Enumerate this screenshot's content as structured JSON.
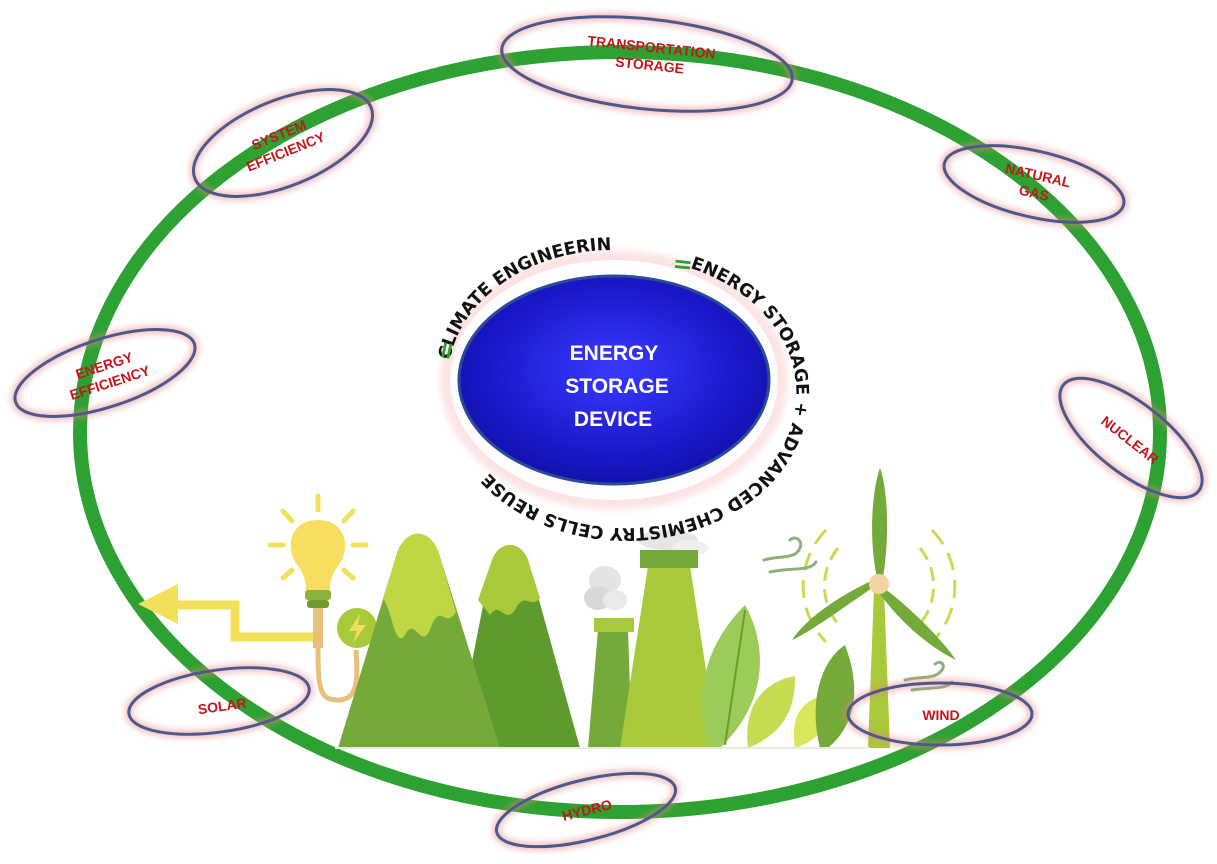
{
  "center": {
    "title_lines": [
      "ENERGY",
      "STORAGE",
      "DEVICE"
    ],
    "ring_text_top": "CLIMATE ENGINEERING",
    "ring_text_right": "ENERGY STORAGE + ADVANCED CHEMISTRY CELLS REUSE",
    "equals_glyph": "="
  },
  "nodes": [
    {
      "lines": [
        "TRANSPORTATION",
        "STORAGE"
      ]
    },
    {
      "lines": [
        "SYSTEM",
        "EFFICIENCY"
      ]
    },
    {
      "lines": [
        "NATURAL",
        "GAS"
      ]
    },
    {
      "lines": [
        "ENERGY",
        "EFFICIENCY"
      ]
    },
    {
      "lines": [
        "NUCLEAR"
      ]
    },
    {
      "lines": [
        "SOLAR"
      ]
    },
    {
      "lines": [
        "WIND"
      ]
    },
    {
      "lines": [
        "HYDRO"
      ]
    }
  ],
  "colors": {
    "ring": "#2da132",
    "center_fill": "#1a17c8",
    "node_text": "#c4161c",
    "node_outline": "#4a5a8c",
    "node_glow": "#f08080"
  },
  "illustration": {
    "icons": [
      "light-bulb-icon",
      "plug-bolt-icon",
      "mountains-icon",
      "factory-chimney-icon",
      "leaf-icon",
      "wind-turbine-icon",
      "wind-gust-icon",
      "arrow-left-icon"
    ]
  }
}
